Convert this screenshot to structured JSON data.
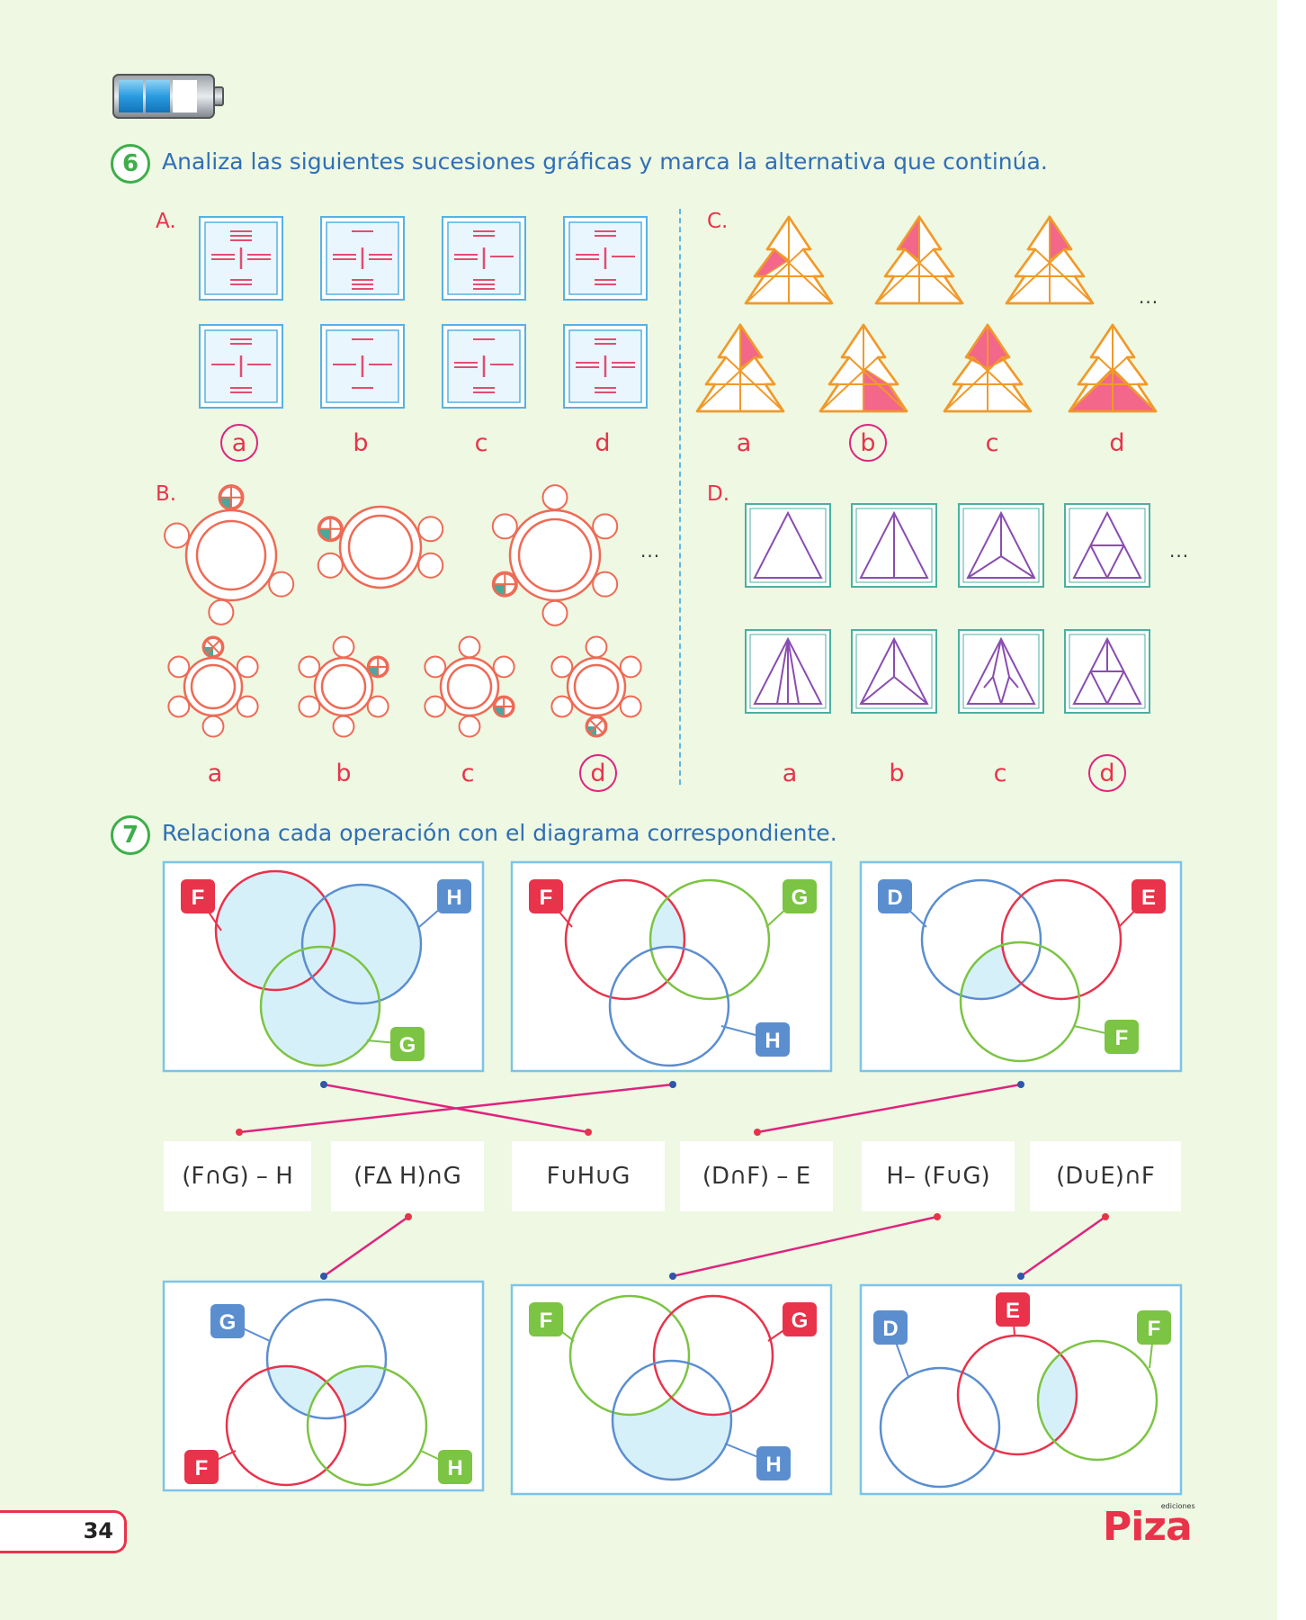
{
  "q6": {
    "number": "6",
    "instruction": "Analiza las siguientes sucesiones gráficas y marca la alternativa que continúa.",
    "sections": {
      "A": {
        "label": "A.",
        "options": [
          "a",
          "b",
          "c",
          "d"
        ],
        "selected": "a"
      },
      "B": {
        "label": "B.",
        "options": [
          "a",
          "b",
          "c",
          "d"
        ],
        "selected": "d"
      },
      "C": {
        "label": "C.",
        "options": [
          "a",
          "b",
          "c",
          "d"
        ],
        "selected": "b"
      },
      "D": {
        "label": "D.",
        "options": [
          "a",
          "b",
          "c",
          "d"
        ],
        "selected": "d"
      }
    },
    "ellipsis": "..."
  },
  "q7": {
    "number": "7",
    "instruction": "Relaciona cada operación con el diagrama correspondiente.",
    "operations": [
      "(F∩G) – H",
      "(F∆ H)∩G",
      "F∪H∪G",
      "(D∩F) – E",
      "H– (F∪G)",
      "(D∪E)∩F"
    ],
    "top_diagrams": [
      {
        "labels": [
          "F",
          "H",
          "G"
        ]
      },
      {
        "labels": [
          "F",
          "G",
          "H"
        ]
      },
      {
        "labels": [
          "D",
          "E",
          "F"
        ]
      }
    ],
    "bottom_diagrams": [
      {
        "labels": [
          "G",
          "F",
          "H"
        ]
      },
      {
        "labels": [
          "F",
          "G",
          "H"
        ]
      },
      {
        "labels": [
          "D",
          "E",
          "F"
        ]
      }
    ]
  },
  "footer": {
    "page_number": "34",
    "brand": "Piza",
    "brand_small": "ediciones"
  },
  "colors": {
    "red": "#e8334b",
    "blue": "#5b8ecf",
    "green": "#7cc443",
    "pink": "#e0237e",
    "shade": "#d6f0fa"
  }
}
